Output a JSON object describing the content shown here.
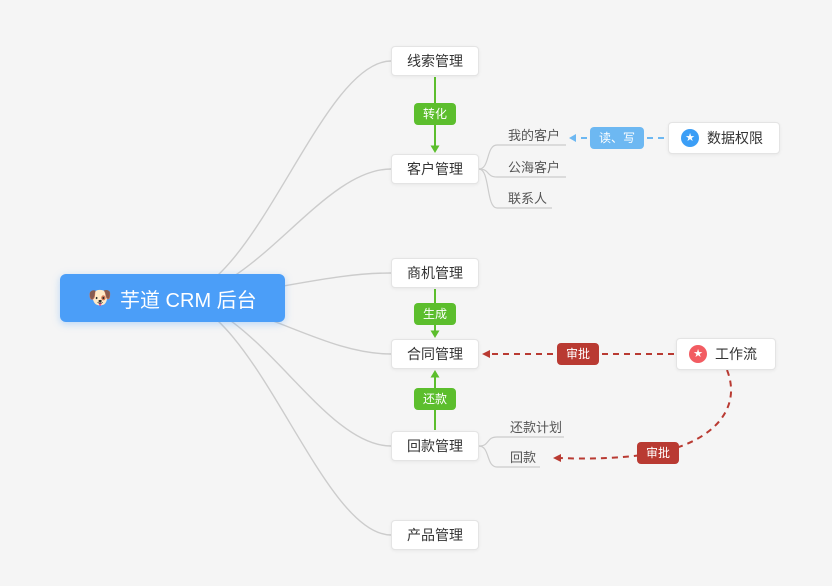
{
  "root": {
    "icon": "dog-icon",
    "glyph": "🐶",
    "label": "芋道 CRM 后台"
  },
  "modules": [
    {
      "label": "线索管理"
    },
    {
      "label": "客户管理"
    },
    {
      "label": "商机管理"
    },
    {
      "label": "合同管理"
    },
    {
      "label": "回款管理"
    },
    {
      "label": "产品管理"
    }
  ],
  "customers_children": [
    {
      "label": "我的客户"
    },
    {
      "label": "公海客户"
    },
    {
      "label": "联系人"
    }
  ],
  "payments_children": [
    {
      "label": "还款计划"
    },
    {
      "label": "回款"
    }
  ],
  "edges": {
    "convert": {
      "label": "转化"
    },
    "generate": {
      "label": "生成"
    },
    "repay": {
      "label": "还款"
    },
    "read_write": {
      "label": "读、写"
    },
    "approve_contract": {
      "label": "审批"
    },
    "approve_payment": {
      "label": "审批"
    }
  },
  "externals": [
    {
      "label": "数据权限",
      "icon": "star-icon",
      "glyph": "★"
    },
    {
      "label": "工作流",
      "icon": "star-icon",
      "glyph": "★"
    }
  ],
  "colors": {
    "background": "#f5f5f5",
    "root_bg": "#4b9ef8",
    "green": "#5cbe2d",
    "light_blue": "#6db8f2",
    "dark_red": "#b93a32",
    "blue_icon": "#3b9ef6",
    "red_icon": "#f25c62",
    "line_gray": "#cccccc",
    "card_border": "#e4e4e4",
    "card_bg": "#ffffff",
    "text": "#333333"
  }
}
